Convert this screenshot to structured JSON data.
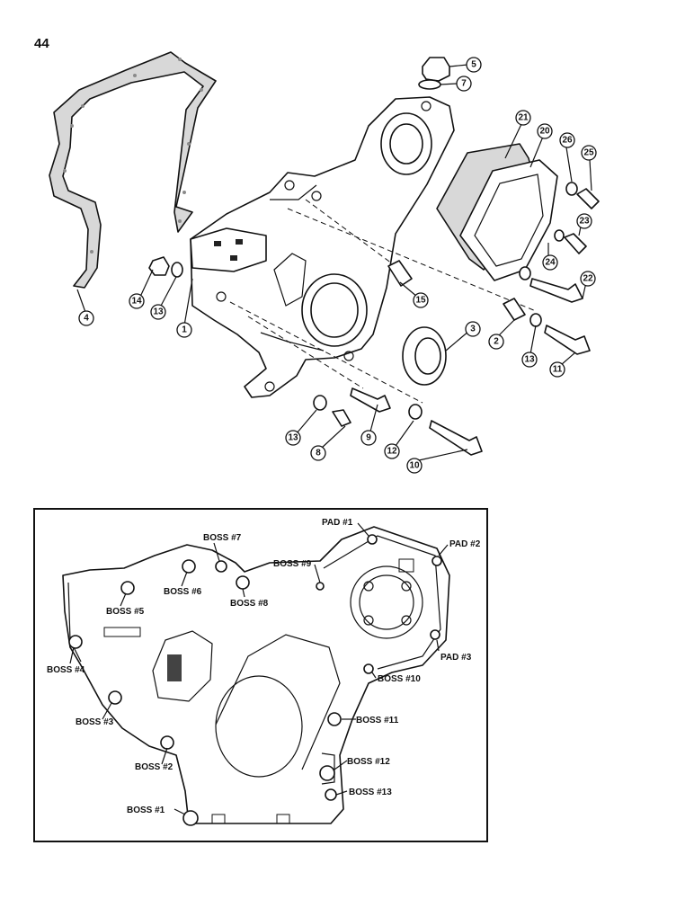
{
  "page_number": "44",
  "exploded_view": {
    "callouts": [
      "1",
      "2",
      "3",
      "4",
      "5",
      "7",
      "8",
      "9",
      "10",
      "11",
      "12",
      "13",
      "13",
      "13",
      "14",
      "15",
      "20",
      "21",
      "22",
      "23",
      "24",
      "25",
      "26"
    ]
  },
  "boss_diagram": {
    "labels": [
      "PAD #1",
      "PAD #2",
      "PAD #3",
      "BOSS #1",
      "BOSS #2",
      "BOSS #3",
      "BOSS #4",
      "BOSS #5",
      "BOSS #6",
      "BOSS #7",
      "BOSS #8",
      "BOSS #9",
      "BOSS #10",
      "BOSS #11",
      "BOSS #12",
      "BOSS #13"
    ]
  }
}
